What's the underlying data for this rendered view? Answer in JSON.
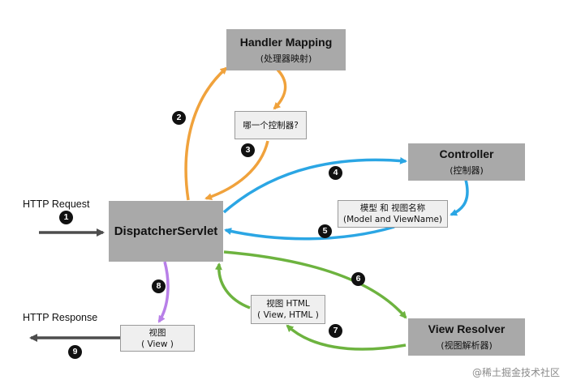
{
  "nodes": {
    "handler_mapping": {
      "title": "Handler Mapping",
      "subtitle": "(处理器映射)"
    },
    "controller": {
      "title": "Controller",
      "subtitle": "(控制器)"
    },
    "dispatcher": {
      "title": "DispatcherServlet"
    },
    "view_resolver": {
      "title": "View Resolver",
      "subtitle": "(视图解析器)"
    }
  },
  "notes": {
    "which_controller": "哪一个控制器?",
    "model_line1": "模型 和 视图名称",
    "model_line2": "(Model and ViewName)",
    "view_html_line1": "视图 HTML",
    "view_html_line2": "( View, HTML )",
    "view_line1": "视图",
    "view_line2": "( View )"
  },
  "labels": {
    "request": "HTTP Request",
    "response": "HTTP Response"
  },
  "steps": [
    "1",
    "2",
    "3",
    "4",
    "5",
    "6",
    "7",
    "8",
    "9"
  ],
  "colors": {
    "orange": "#f0a23c",
    "blue": "#2ba6e4",
    "green": "#6db33f",
    "purple": "#b87fe8",
    "dark": "#4d4d4d",
    "box": "#a9a9a9"
  },
  "watermark": "@稀土掘金技术社区"
}
